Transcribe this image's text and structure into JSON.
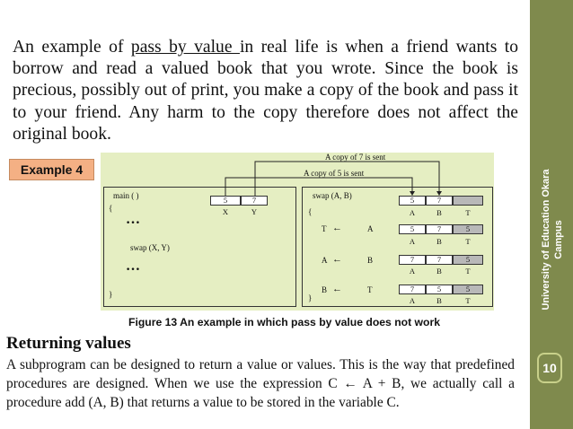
{
  "sidebar": {
    "institution": "University of Education Okara Campus",
    "line1": "University of Education Okara",
    "line2": "Campus",
    "page_number": "10",
    "color": "#7f8a4d"
  },
  "intro": {
    "before": "An example of ",
    "underlined": "pass by value ",
    "after": "in real life is when a friend wants to borrow and read a valued book that you wrote. Since the book is precious, possibly out of print, you make a copy of the book and pass it to your friend. Any harm to the copy therefore does not affect the original book."
  },
  "example_label": "Example 4",
  "figure": {
    "arrow_top_label": "A copy of 7 is sent",
    "arrow_bottom_label": "A copy of 5 is sent",
    "main": {
      "header": "main ( )",
      "open_brace": "{",
      "dots1": "…",
      "call": "swap (X, Y)",
      "dots2": "…",
      "close_brace": "}",
      "cells": [
        "5",
        "7"
      ],
      "labels": [
        "X",
        "Y"
      ]
    },
    "swap": {
      "header": "swap (A, B)",
      "open_brace": "{",
      "close_brace": "}",
      "header_cells": [
        "5",
        "7",
        ""
      ],
      "rows": [
        {
          "left": "T",
          "arrow": "←",
          "right": "A",
          "cells": [
            "5",
            "7",
            "5"
          ]
        },
        {
          "left": "A",
          "arrow": "←",
          "right": "B",
          "cells": [
            "7",
            "7",
            "5"
          ]
        },
        {
          "left": "B",
          "arrow": "←",
          "right": "T",
          "cells": [
            "7",
            "5",
            "5"
          ]
        }
      ],
      "labels": [
        "A",
        "B",
        "T"
      ]
    },
    "caption": "Figure 13  An example in which pass by value does not work"
  },
  "section": {
    "heading": "Returning values",
    "body": "A subprogram can be designed to return a value or values. This is the way that predefined procedures are designed. When we use the expression C ← A + B, we actually call a procedure add (A, B) that returns a value to be stored in the variable C."
  }
}
